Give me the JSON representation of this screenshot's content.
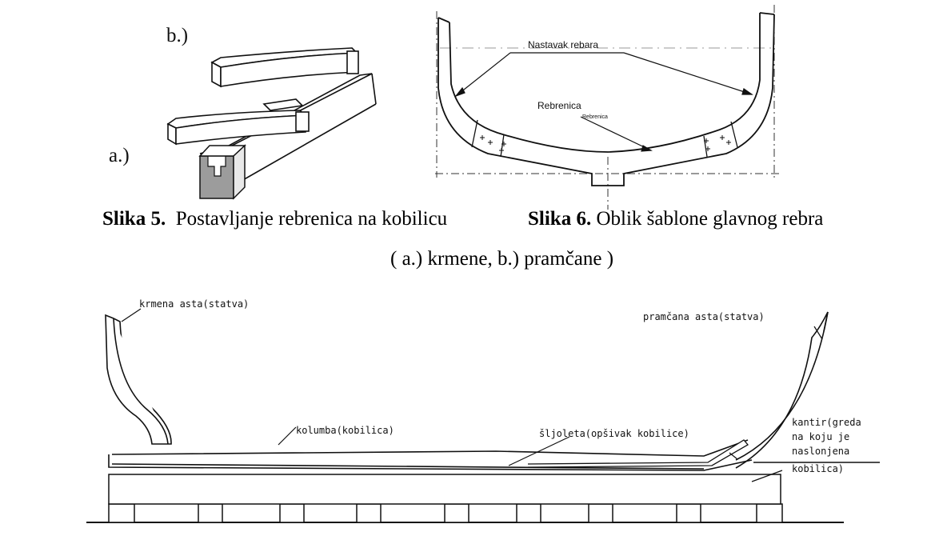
{
  "figure5": {
    "label_a": "a.)",
    "label_b": "b.)",
    "caption_bold": "Slika 5.",
    "caption_text": "Postavljanje rebrenica na kobilicu",
    "caption_sub": "( a.) krmene, b.) pramčane )"
  },
  "figure6": {
    "caption_bold": "Slika 6.",
    "caption_text": "Oblik šablone glavnog rebra",
    "label_nastavak": "Nastavak rebara",
    "label_rebrenica": "Rebrenica",
    "label_rebrenica_small": "Rebrenica"
  },
  "figure7": {
    "label_krmena": "krmena asta(statva)",
    "label_pramcana": "pramčana asta(statva)",
    "label_kolumba": "kolumba(kobilica)",
    "label_sljoleta": "šljoleta(opšivak kobilice)",
    "label_kantir_1": "kantir(greda",
    "label_kantir_2": "na koju je",
    "label_kantir_3": "naslonjena",
    "label_kantir_4": "kobilica)"
  }
}
